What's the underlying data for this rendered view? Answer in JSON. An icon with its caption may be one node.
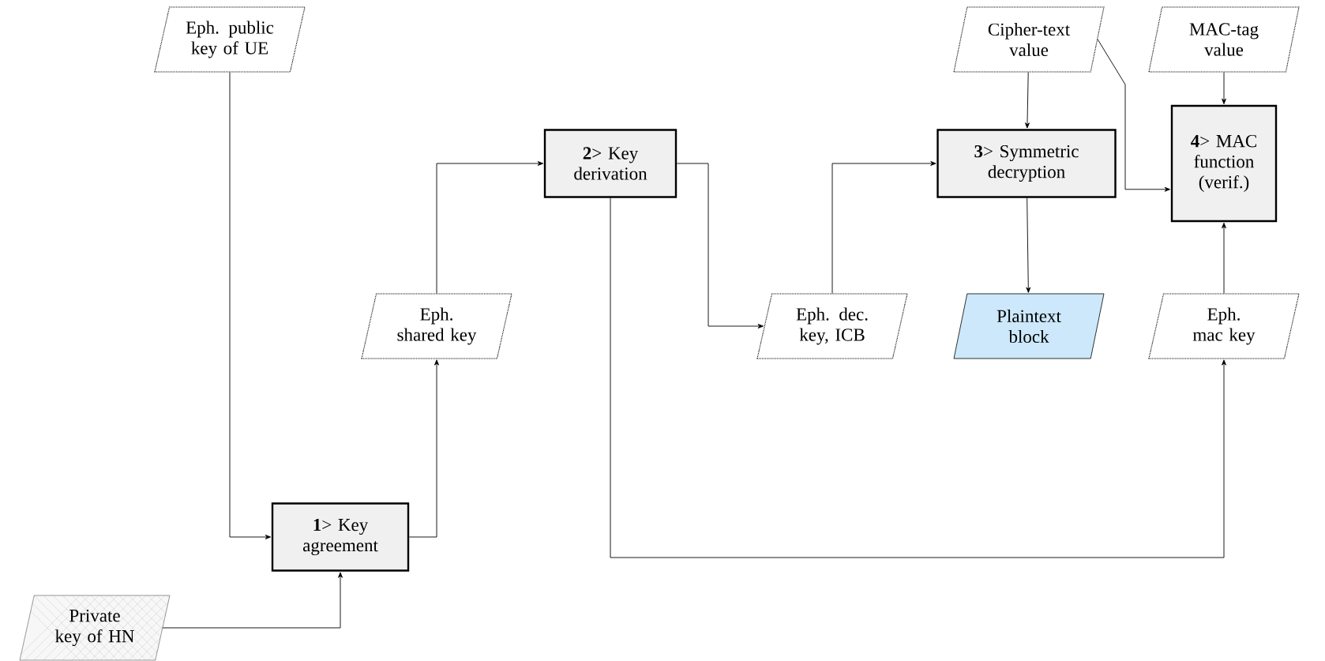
{
  "diagram": {
    "nodes": [
      {
        "text": [
          "Eph. public key of UE"
        ]
      },
      {
        "text": [
          "**1**> Key agreement"
        ]
      },
      {
        "text": [
          "Private key of HN"
        ]
      },
      {
        "text": [
          "Eph. shared key"
        ]
      },
      {
        "text": [
          "**2**> Key derivation"
        ]
      },
      {
        "text": [
          "Eph. dec. key, ICB"
        ]
      },
      {
        "text": [
          "Cipher-text value"
        ]
      },
      {
        "text": [
          "**3**> Symmetric decryption"
        ]
      },
      {
        "text": [
          "Plaintext block"
        ]
      },
      {
        "text": [
          "MAC-tag value"
        ]
      },
      {
        "text": [
          "**4**> MAC function (verif.)"
        ]
      },
      {
        "text": [
          "Eph. mac key"
        ]
      }
    ],
    "edges": [
      {
        "from": 0,
        "to": 1,
        "arrow": "to"
      },
      {
        "from": 2,
        "to": 1,
        "arrow": "to"
      },
      {
        "from": 1,
        "to": 3,
        "arrow": "to"
      },
      {
        "from": 3,
        "to": 4,
        "arrow": "to"
      },
      {
        "from": 4,
        "to": 5,
        "arrow": "to"
      },
      {
        "from": 4,
        "to": 11,
        "arrow": "to"
      },
      {
        "from": 5,
        "to": 7,
        "arrow": "to"
      },
      {
        "from": 6,
        "to": 7,
        "arrow": "to"
      },
      {
        "from": 7,
        "to": 8,
        "arrow": "to"
      },
      {
        "from": 6,
        "to": 10,
        "arrow": "to"
      },
      {
        "from": 9,
        "to": 10,
        "arrow": "to"
      },
      {
        "from": 11,
        "to": 10,
        "arrow": "to"
      }
    ]
  }
}
